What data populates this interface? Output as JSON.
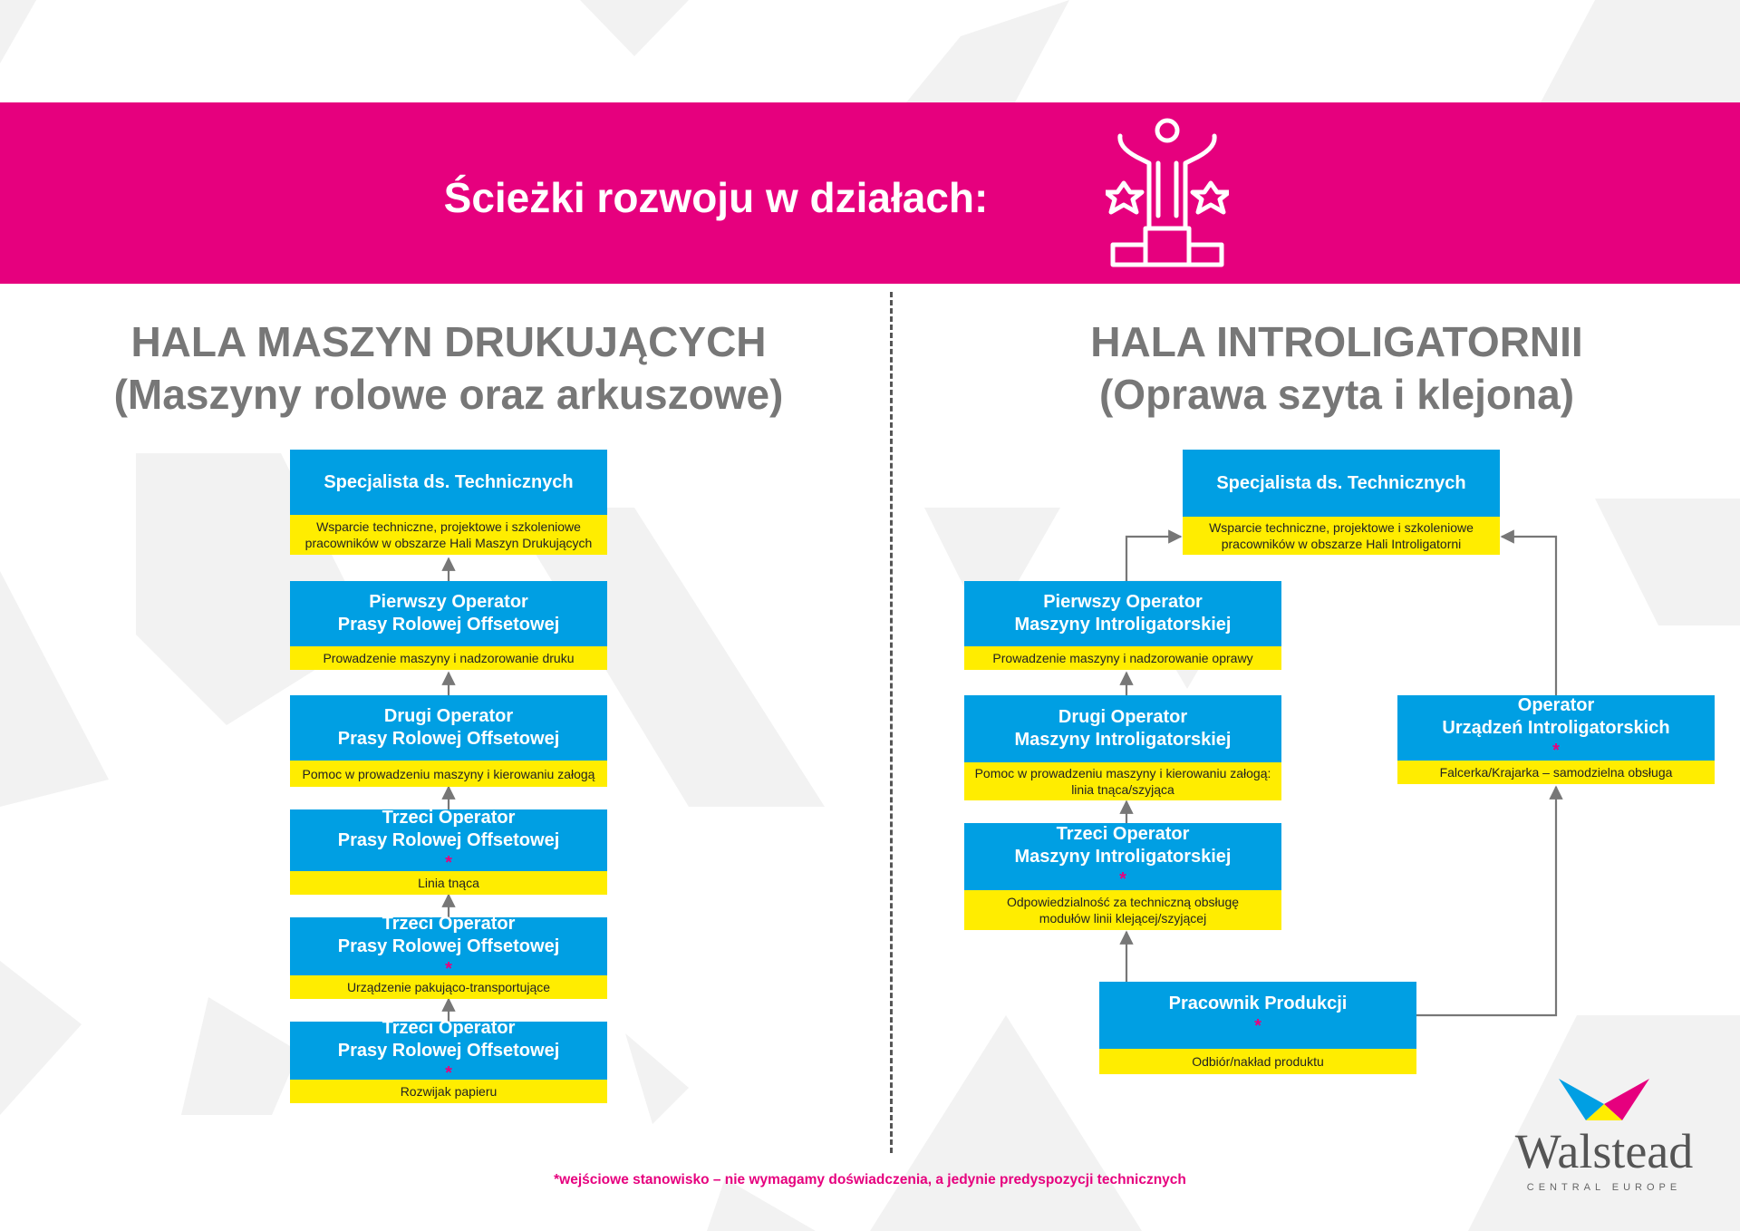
{
  "banner": {
    "title": "Ścieżki rozwoju w działach:",
    "icon": "trophy-podium-icon"
  },
  "colors": {
    "magenta": "#e6007e",
    "blue": "#009fe3",
    "yellow": "#ffed00",
    "title_gray": "#777777"
  },
  "left": {
    "title_line1": "HALA MASZYN DRUKUJĄCYCH",
    "title_line2": "(Maszyny rolowe oraz arkuszowe)",
    "boxes": [
      {
        "title": [
          "Specjalista ds. Technicznych"
        ],
        "asterisk": false,
        "desc": [
          "Wsparcie techniczne, projektowe i szkoleniowe",
          "pracowników w obszarze Hali Maszyn Drukujących"
        ]
      },
      {
        "title": [
          "Pierwszy Operator",
          "Prasy Rolowej Offsetowej"
        ],
        "asterisk": false,
        "desc": [
          "Prowadzenie maszyny i nadzorowanie druku"
        ]
      },
      {
        "title": [
          "Drugi Operator",
          "Prasy Rolowej Offsetowej"
        ],
        "asterisk": false,
        "desc": [
          "Pomoc w prowadzeniu maszyny i kierowaniu załogą"
        ]
      },
      {
        "title": [
          "Trzeci Operator",
          "Prasy Rolowej Offsetowej"
        ],
        "asterisk": true,
        "desc": [
          "Linia tnąca"
        ]
      },
      {
        "title": [
          "Trzeci Operator",
          "Prasy Rolowej Offsetowej"
        ],
        "asterisk": true,
        "desc": [
          "Urządzenie pakująco-transportujące"
        ]
      },
      {
        "title": [
          "Trzeci Operator",
          "Prasy Rolowej Offsetowej"
        ],
        "asterisk": true,
        "desc": [
          "Rozwijak papieru"
        ]
      }
    ]
  },
  "right": {
    "title_line1": "HALA INTROLIGATORNII",
    "title_line2": "(Oprawa szyta i klejona)",
    "boxes": [
      {
        "title": [
          "Specjalista ds. Technicznych"
        ],
        "asterisk": false,
        "desc": [
          "Wsparcie techniczne, projektowe i szkoleniowe",
          "pracowników w obszarze Hali Introligatorni"
        ]
      },
      {
        "title": [
          "Pierwszy Operator",
          "Maszyny Introligatorskiej"
        ],
        "asterisk": false,
        "desc": [
          "Prowadzenie maszyny i nadzorowanie oprawy"
        ]
      },
      {
        "title": [
          "Drugi Operator",
          "Maszyny Introligatorskiej"
        ],
        "asterisk": false,
        "desc": [
          "Pomoc w prowadzeniu maszyny i kierowaniu załogą:",
          "linia tnąca/szyjąca"
        ]
      },
      {
        "title": [
          "Trzeci Operator",
          "Maszyny Introligatorskiej"
        ],
        "asterisk": true,
        "desc": [
          "Odpowiedzialność za techniczną obsługę",
          "modułów linii klejącej/szyjącej"
        ]
      },
      {
        "title": [
          "Operator",
          "Urządzeń Introligatorskich"
        ],
        "asterisk": true,
        "desc": [
          "Falcerka/Krajarka – samodzielna obsługa"
        ]
      },
      {
        "title": [
          "Pracownik Produkcji"
        ],
        "asterisk": true,
        "desc": [
          "Odbiór/nakład produktu"
        ]
      }
    ]
  },
  "footnote": "*wejściowe stanowisko – nie wymagamy doświadczenia, a jedynie predyspozycji technicznych",
  "logo": {
    "name": "Walstead",
    "subtitle": "CENTRAL EUROPE"
  }
}
